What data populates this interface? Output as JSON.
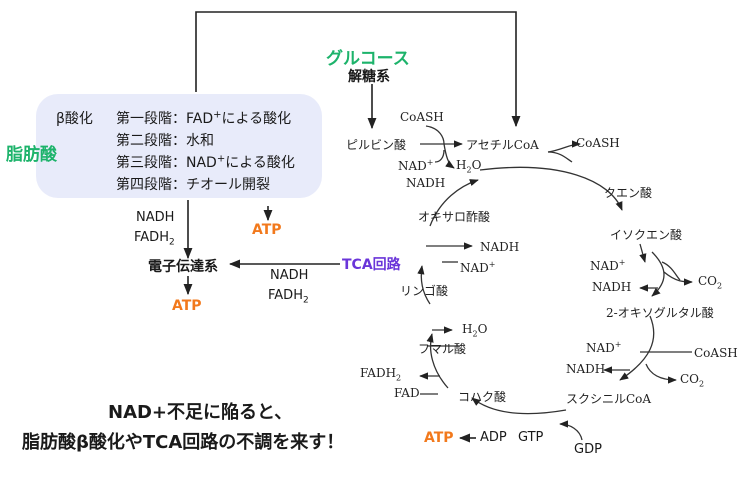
{
  "top": {
    "glucose": "グルコース",
    "glycolysis": "解糖系"
  },
  "fatty_acid": {
    "label": "脂肪酸",
    "box_title": "β酸化",
    "steps": [
      "第一段階：FAD",
      "による酸化",
      "第二段階：水和",
      "第三段階：NAD",
      "による酸化",
      "第四段階：チオール開裂"
    ],
    "plus": "+",
    "nadh": "NADH",
    "fadh2": "FADH",
    "sub2": "2",
    "atp_right": "ATP"
  },
  "etc": {
    "label": "電子伝達系",
    "atp": "ATP",
    "tca_label": "TCA回路",
    "nadh": "NADH",
    "fadh2": "FADH",
    "sub2": "2"
  },
  "cycle": {
    "coash_in": "CoASH",
    "pyruvate": "ピルビン酸",
    "acetyl_coa": "アセチルCoA",
    "coash_out": "CoASH",
    "nad_plus_1": "NAD",
    "nadh_1": "NADH",
    "h2o_1": "H",
    "h2o_1b": "O",
    "citrate": "クエン酸",
    "isocitrate": "イソクエン酸",
    "nad_plus_2": "NAD",
    "nadh_2": "NADH",
    "co2_1": "CO",
    "oxoglutarate": "2-オキソグルタル酸",
    "nad_plus_3": "NAD",
    "nadh_3": "NADH",
    "coash_3": "CoASH",
    "co2_2": "CO",
    "succinyl_coa": "スクシニルCoA",
    "gdp": "GDP",
    "gtp": "GTP",
    "adp": "ADP",
    "atp": "ATP",
    "succinate": "コハク酸",
    "fad": "FAD",
    "fadh2": "FADH",
    "fumarate": "フマル酸",
    "h2o_2": "H",
    "h2o_2b": "O",
    "malate": "リンゴ酸",
    "nad_plus_4": "NAD",
    "nadh_4": "NADH",
    "oxaloacetate": "オキサロ酢酸",
    "plus": "+",
    "sub2": "2"
  },
  "conclusion": {
    "line1": "NAD+不足に陥ると、",
    "line2": "脂肪酸β酸化やTCA回路の不調を来す！"
  },
  "colors": {
    "green": "#1db36b",
    "orange": "#f2791c",
    "purple": "#6a35d9",
    "box": "#e8ebfa"
  }
}
